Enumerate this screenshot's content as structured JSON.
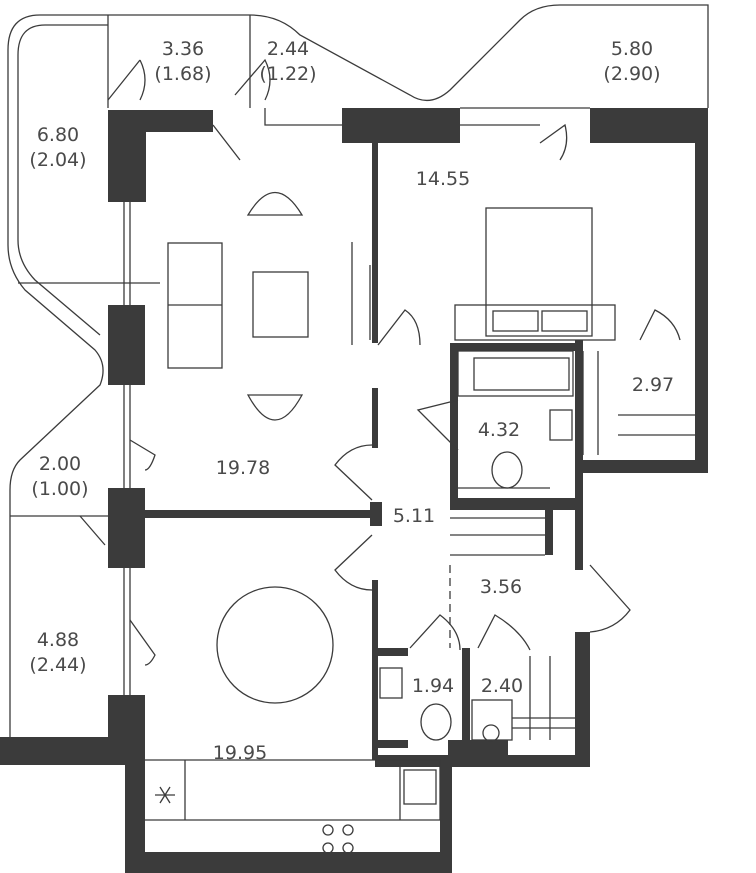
{
  "colors": {
    "wall": "#3b3b3b",
    "label": "#4a4a4a"
  },
  "rooms": [
    {
      "id": "balcony-top-left",
      "area": "3.36",
      "reduced": "(1.68)"
    },
    {
      "id": "balcony-top-mid",
      "area": "2.44",
      "reduced": "(1.22)"
    },
    {
      "id": "balcony-top-right",
      "area": "5.80",
      "reduced": "(2.90)"
    },
    {
      "id": "balcony-left-upper",
      "area": "6.80",
      "reduced": "(2.04)"
    },
    {
      "id": "bedroom",
      "area": "14.55"
    },
    {
      "id": "living-room",
      "area": "19.78"
    },
    {
      "id": "bathroom",
      "area": "4.32"
    },
    {
      "id": "wardrobe",
      "area": "2.97"
    },
    {
      "id": "balcony-left-mid",
      "area": "2.00",
      "reduced": "(1.00)"
    },
    {
      "id": "hallway",
      "area": "5.11"
    },
    {
      "id": "entrance",
      "area": "3.56"
    },
    {
      "id": "balcony-left-lower",
      "area": "4.88",
      "reduced": "(2.44)"
    },
    {
      "id": "toilet",
      "area": "1.94"
    },
    {
      "id": "laundry",
      "area": "2.40"
    },
    {
      "id": "kitchen-dining",
      "area": "19.95"
    }
  ]
}
